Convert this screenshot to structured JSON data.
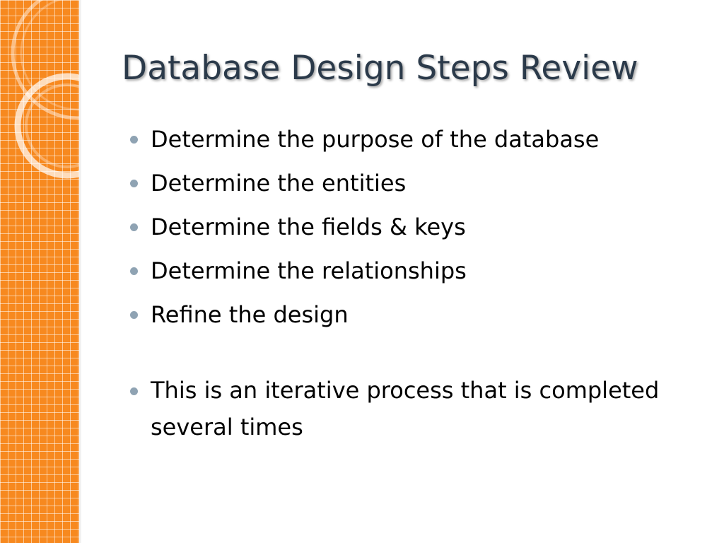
{
  "slide": {
    "title": "Database Design Steps Review",
    "bullets": [
      "Determine the purpose of the database",
      "Determine the entities",
      "Determine the fields & keys",
      "Determine the relationships",
      "Refine the design",
      "This is an iterative process that is completed several times"
    ]
  },
  "theme": {
    "accent_orange": "#f7891f",
    "title_color": "#2b3a4a",
    "bullet_color": "#8fa3b3",
    "text_color": "#000000",
    "background": "#ffffff"
  }
}
